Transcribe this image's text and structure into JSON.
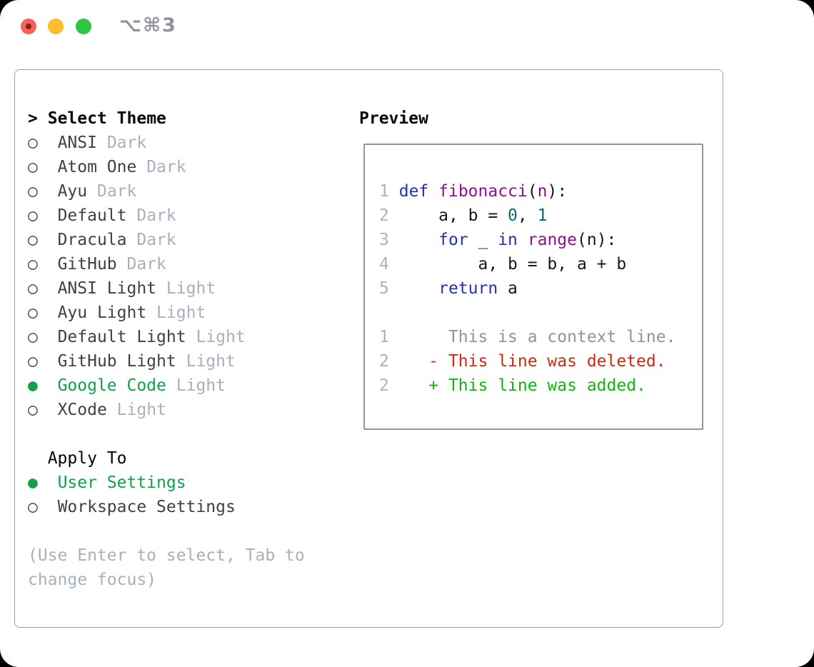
{
  "titlebar": {
    "shortcut": "⌥⌘3"
  },
  "colors": {
    "accent_green": "#0fa24b",
    "keyword_blue": "#2430b4",
    "function_purple": "#910d91",
    "number_teal": "#0c6b6e",
    "diff_deleted_red": "#cb2a10",
    "diff_added_green": "#0db80d",
    "muted_gray": "#a7b1be",
    "line_number_gray": "#a9b3c2",
    "context_gray": "#8f949b",
    "item_text": "#3c424a",
    "code_text": "#17181c",
    "panel_border": "#98a1ab",
    "traffic_red": "#f4605a",
    "traffic_yellow": "#fcbd2e",
    "traffic_green": "#2fc641"
  },
  "selector": {
    "cursor": ">",
    "title": "Select Theme",
    "themes": [
      {
        "marker": "○",
        "name": "ANSI",
        "tag": "Dark",
        "selected": false
      },
      {
        "marker": "○",
        "name": "Atom One",
        "tag": "Dark",
        "selected": false
      },
      {
        "marker": "○",
        "name": "Ayu",
        "tag": "Dark",
        "selected": false
      },
      {
        "marker": "○",
        "name": "Default",
        "tag": "Dark",
        "selected": false
      },
      {
        "marker": "○",
        "name": "Dracula",
        "tag": "Dark",
        "selected": false
      },
      {
        "marker": "○",
        "name": "GitHub",
        "tag": "Dark",
        "selected": false
      },
      {
        "marker": "○",
        "name": "ANSI Light",
        "tag": "Light",
        "selected": false
      },
      {
        "marker": "○",
        "name": "Ayu Light",
        "tag": "Light",
        "selected": false
      },
      {
        "marker": "○",
        "name": "Default Light",
        "tag": "Light",
        "selected": false
      },
      {
        "marker": "○",
        "name": "GitHub Light",
        "tag": "Light",
        "selected": false
      },
      {
        "marker": "●",
        "name": "Google Code",
        "tag": "Light",
        "selected": true
      },
      {
        "marker": "○",
        "name": "XCode",
        "tag": "Light",
        "selected": false
      }
    ]
  },
  "apply_to": {
    "title": "Apply To",
    "options": [
      {
        "marker": "●",
        "label": "User Settings",
        "selected": true
      },
      {
        "marker": "○",
        "label": "Workspace Settings",
        "selected": false
      }
    ]
  },
  "help_text": "(Use Enter to select, Tab to change focus)",
  "preview": {
    "title": "Preview",
    "code_lines": [
      {
        "num": "1",
        "tokens": [
          [
            "kw",
            "def"
          ],
          [
            "pl",
            " "
          ],
          [
            "fn",
            "fibonacci"
          ],
          [
            "pl",
            "("
          ],
          [
            "fn",
            "n"
          ],
          [
            "pl",
            "):"
          ]
        ]
      },
      {
        "num": "2",
        "tokens": [
          [
            "pl",
            "    a, b = "
          ],
          [
            "nm",
            "0"
          ],
          [
            "pl",
            ", "
          ],
          [
            "nm",
            "1"
          ]
        ]
      },
      {
        "num": "3",
        "tokens": [
          [
            "pl",
            "    "
          ],
          [
            "kw",
            "for"
          ],
          [
            "pl",
            " _ "
          ],
          [
            "kw",
            "in"
          ],
          [
            "pl",
            " "
          ],
          [
            "fn",
            "range"
          ],
          [
            "pl",
            "(n):"
          ]
        ]
      },
      {
        "num": "4",
        "tokens": [
          [
            "pl",
            "        a, b = b, a + b"
          ]
        ]
      },
      {
        "num": "5",
        "tokens": [
          [
            "pl",
            "    "
          ],
          [
            "kw",
            "return"
          ],
          [
            "pl",
            " a"
          ]
        ]
      }
    ],
    "diff_lines": [
      {
        "num": "1",
        "kind": "context",
        "text": "     This is a context line."
      },
      {
        "num": "2",
        "kind": "deleted",
        "text": "   - This line was deleted."
      },
      {
        "num": "2",
        "kind": "added",
        "text": "   + This line was added."
      }
    ]
  }
}
